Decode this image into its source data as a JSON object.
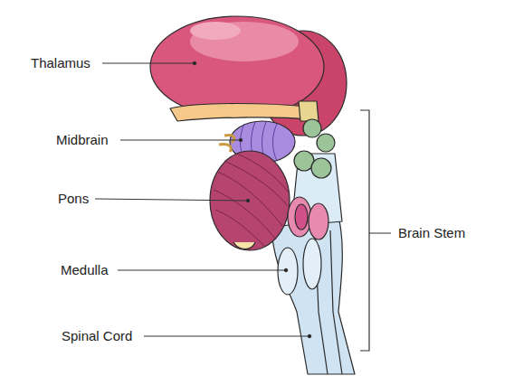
{
  "diagram": {
    "labels": [
      "Thalamus",
      "Midbrain",
      "Pons",
      "Medulla",
      "Spinal Cord",
      "Brain Stem"
    ]
  }
}
